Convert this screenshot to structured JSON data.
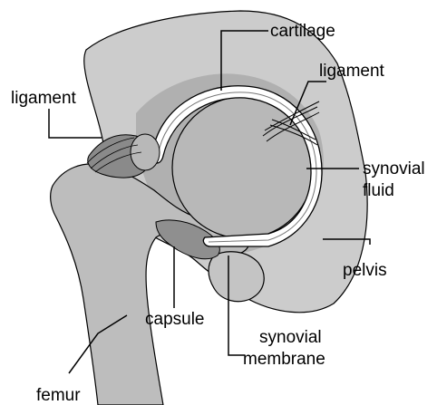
{
  "diagram": {
    "labels": {
      "cartilage": "cartilage",
      "ligament_right": "ligament",
      "ligament_left": "ligament",
      "synovial_fluid_line1": "synovial",
      "synovial_fluid_line2": "fluid",
      "pelvis": "pelvis",
      "capsule": "capsule",
      "synovial_membrane_line1": "synovial",
      "synovial_membrane_line2": "membrane",
      "femur": "femur"
    },
    "colors": {
      "bone_light": "#cccccc",
      "bone_mid": "#b3b3b3",
      "bone_dark": "#8f8f8f",
      "cartilage": "#ffffff",
      "outline": "#000000",
      "background": "#ffffff"
    }
  }
}
